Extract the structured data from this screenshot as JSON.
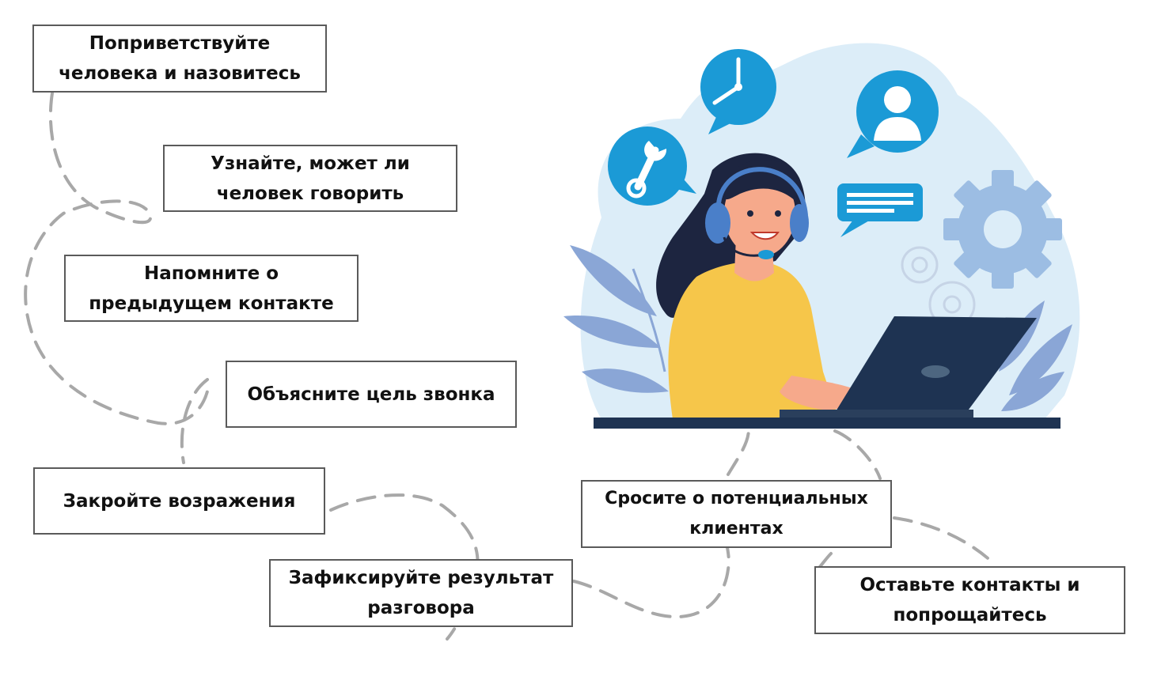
{
  "steps": [
    {
      "label": "Поприветствуйте\nчеловека и назовитесь"
    },
    {
      "label": "Узнайте, может ли\nчеловек говорить"
    },
    {
      "label": "Напомните о\nпредыдущем контакте"
    },
    {
      "label": "Объясните цель звонка"
    },
    {
      "label": "Закройте возражения"
    },
    {
      "label": "Зафиксируйте результат\nразговора"
    },
    {
      "label": "Сросите о потенциальных\nклиентах"
    },
    {
      "label": "Оставьте контакты и\nпопрощайтесь"
    }
  ],
  "colors": {
    "accent_blue": "#1b9ad6",
    "light_blue": "#dcedf8",
    "gear_blue": "#9cbde3",
    "leaf_blue": "#8aa6d6",
    "shirt_yellow": "#f6c64a",
    "laptop_navy": "#1e3352",
    "hair": "#1d2540",
    "skin": "#f6a98b",
    "path_gray": "#a8a8a8",
    "box_border": "#5a5a5a"
  },
  "icons": [
    "clock-icon",
    "wrench-icon",
    "user-icon",
    "chat-icon",
    "gear-icon",
    "headset-icon",
    "laptop-icon"
  ]
}
